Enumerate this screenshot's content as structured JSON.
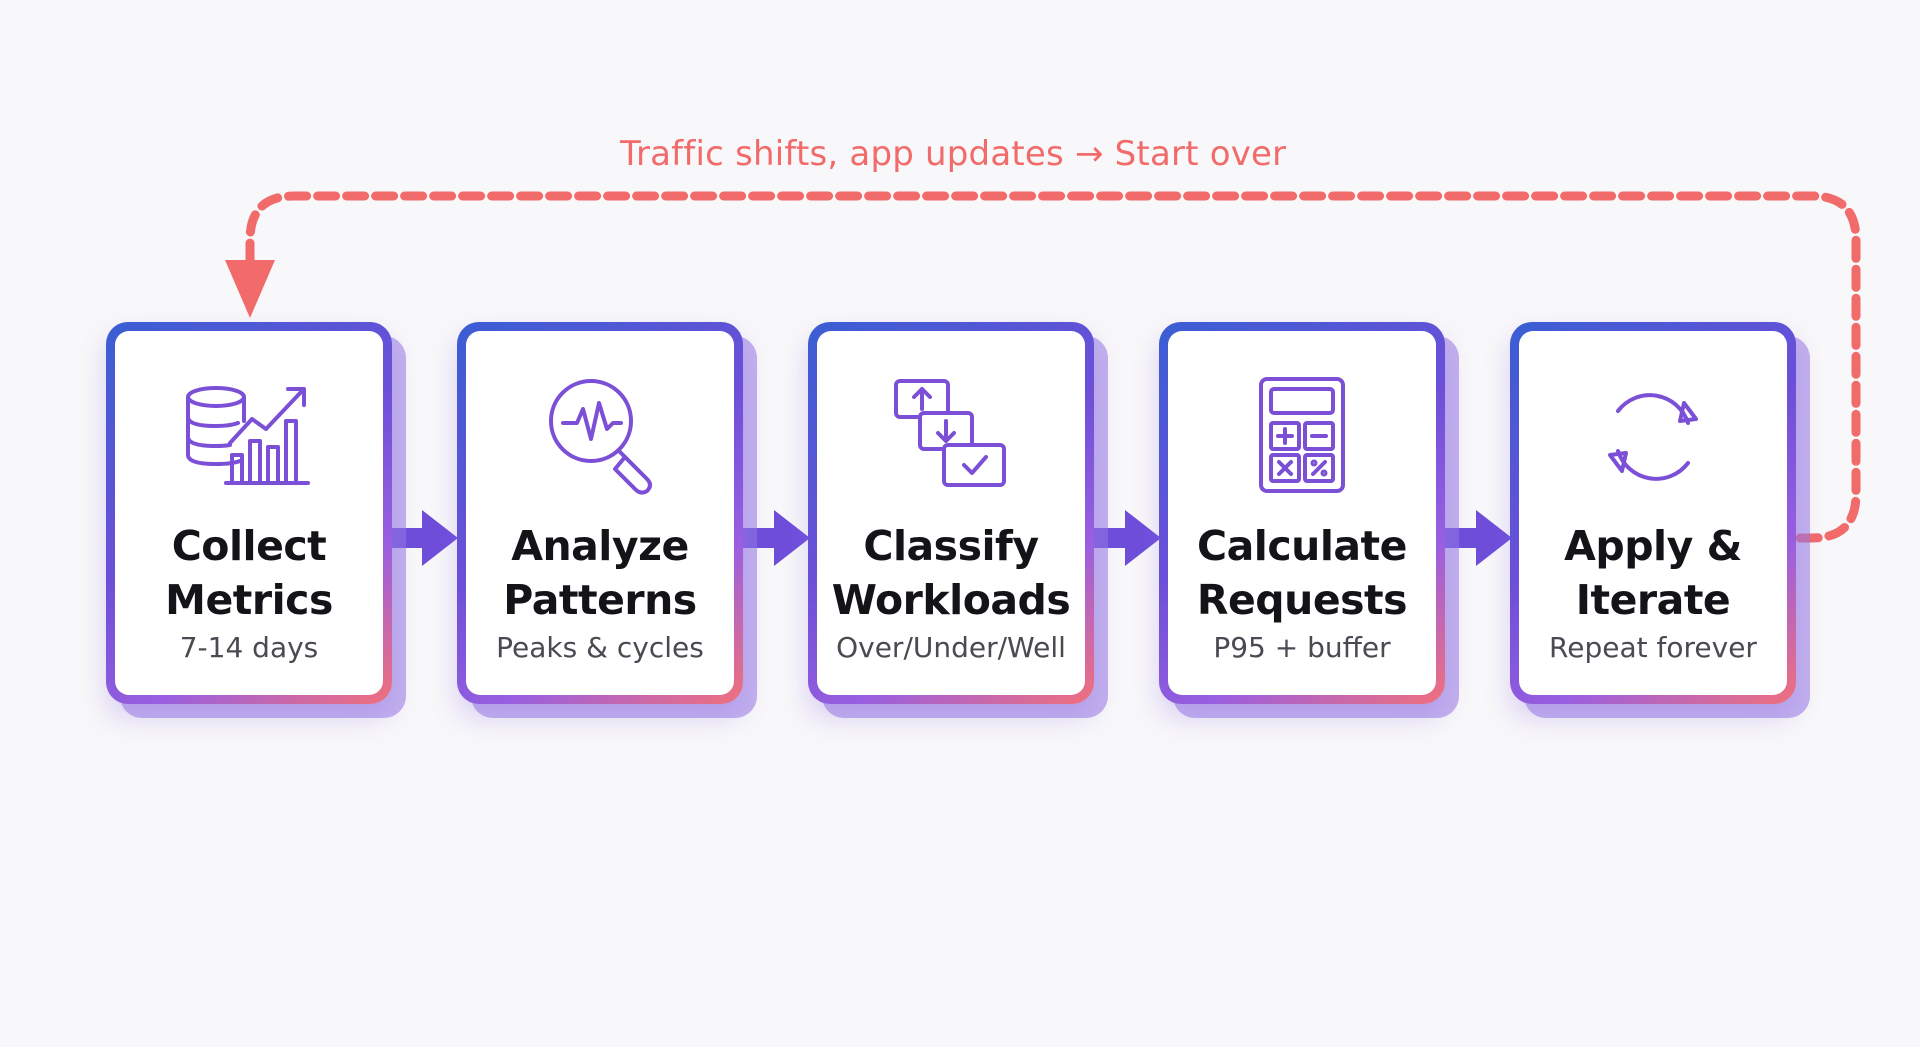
{
  "loop": {
    "label": "Traffic shifts, app updates → Start over",
    "color": "#f26b6b"
  },
  "steps": [
    {
      "title_line1": "Collect",
      "title_line2": "Metrics",
      "subtitle": "7-14 days",
      "icon": "database-growth-chart-icon"
    },
    {
      "title_line1": "Analyze",
      "title_line2": "Patterns",
      "subtitle": "Peaks & cycles",
      "icon": "magnifier-pulse-icon"
    },
    {
      "title_line1": "Classify",
      "title_line2": "Workloads",
      "subtitle": "Over/Under/Well",
      "icon": "stacked-boxes-icon"
    },
    {
      "title_line1": "Calculate",
      "title_line2": "Requests",
      "subtitle": "P95 + buffer",
      "icon": "calculator-icon"
    },
    {
      "title_line1": "Apply &",
      "title_line2": "Iterate",
      "subtitle": "Repeat forever",
      "icon": "refresh-cycle-icon"
    }
  ],
  "colors": {
    "accent_purple": "#6c4fd8",
    "accent_blue": "#3a5ed3",
    "accent_coral": "#f2707a",
    "icon_stroke": "#7b4fd6"
  }
}
